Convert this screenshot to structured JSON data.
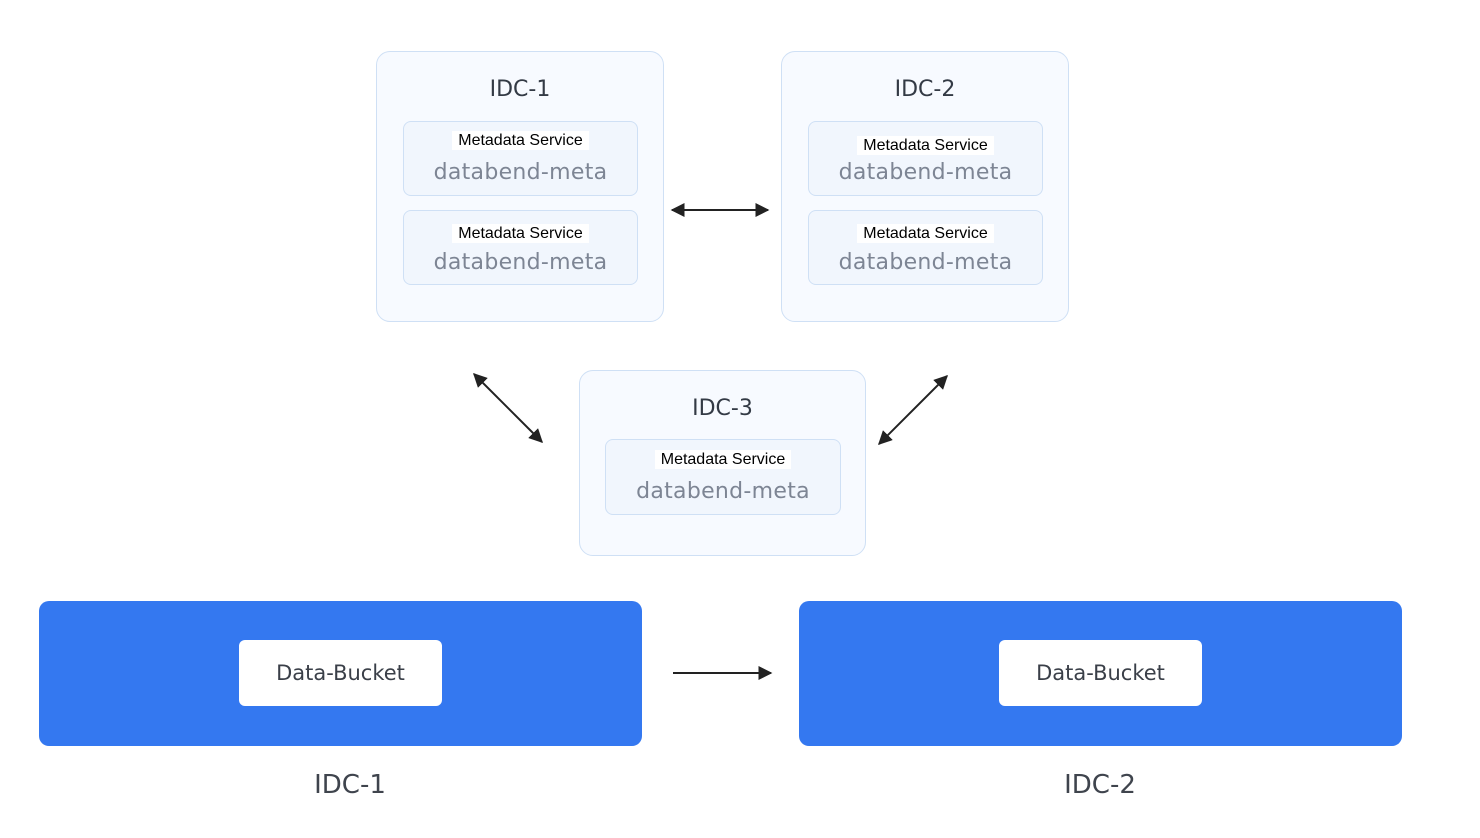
{
  "meta_cluster": {
    "idc1": {
      "title": "IDC-1",
      "nodes": [
        {
          "label": "Metadata Service",
          "name": "databend-meta"
        },
        {
          "label": "Metadata Service",
          "name": "databend-meta"
        }
      ]
    },
    "idc2": {
      "title": "IDC-2",
      "nodes": [
        {
          "label": "Metadata Service",
          "name": "databend-meta"
        },
        {
          "label": "Metadata Service",
          "name": "databend-meta"
        }
      ]
    },
    "idc3": {
      "title": "IDC-3",
      "nodes": [
        {
          "label": "Metadata Service",
          "name": "databend-meta"
        }
      ]
    }
  },
  "storage": {
    "left": {
      "bucket": "Data-Bucket",
      "label": "IDC-1"
    },
    "right": {
      "bucket": "Data-Bucket",
      "label": "IDC-2"
    }
  },
  "colors": {
    "bucket_band": "#3478f0",
    "idc_box_border": "#cfe0f5",
    "arrow": "#222222"
  }
}
